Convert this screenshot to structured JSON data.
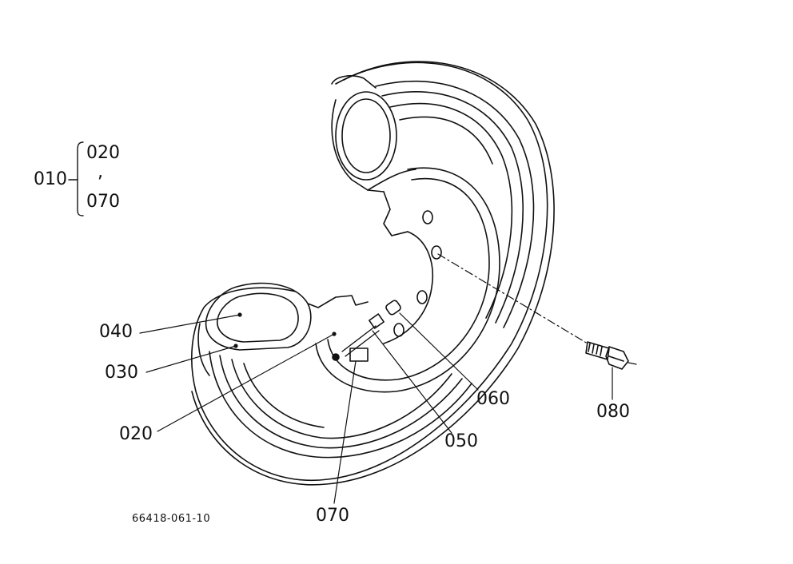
{
  "callouts": {
    "p010": "010",
    "p020_group": "020",
    "group_sep": ",",
    "p070_group": "070",
    "p040": "040",
    "p030": "030",
    "p020": "020",
    "p060": "060",
    "p050": "050",
    "p080": "080",
    "p070": "070"
  },
  "drawing_number": "66418-061-10",
  "colors": {
    "ink": "#111111",
    "paper": "#ffffff"
  }
}
